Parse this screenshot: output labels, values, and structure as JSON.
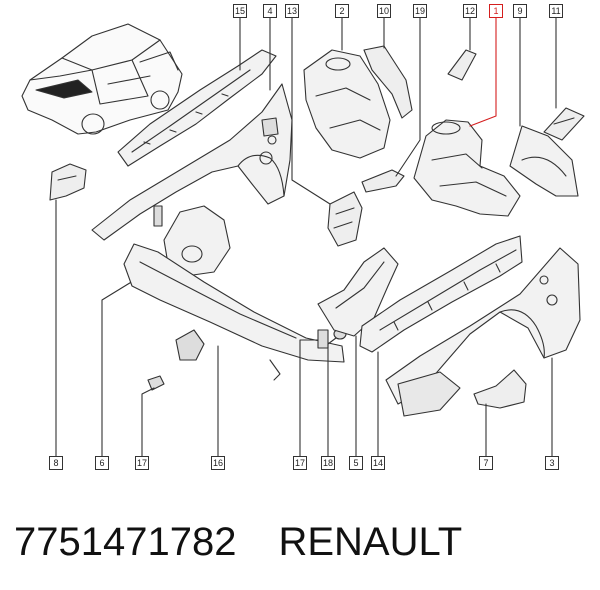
{
  "callouts": {
    "c15": "15",
    "c4": "4",
    "c13": "13",
    "c2": "2",
    "c10": "10",
    "c19": "19",
    "c12": "12",
    "c1": "1",
    "c9": "9",
    "c11": "11",
    "c8": "8",
    "c6": "6",
    "c17a": "17",
    "c16": "16",
    "c17b": "17",
    "c18": "18",
    "c5": "5",
    "c14": "14",
    "c7": "7",
    "c3": "3"
  },
  "colors": {
    "line": "#333333",
    "highlight": "#d41e1e"
  },
  "caption": {
    "part_number": "7751471782",
    "brand": "RENAULT"
  }
}
